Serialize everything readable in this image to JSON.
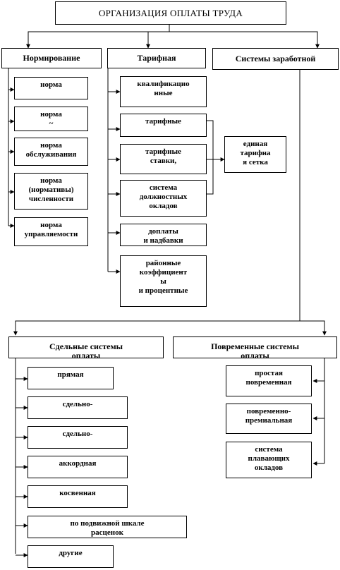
{
  "title": "ОРГАНИЗАЦИЯ  ОПЛАТЫ ТРУДА",
  "level1": {
    "norm": "Нормирование",
    "tariff": "Тарифная",
    "pay": "Системы заработной"
  },
  "norm_items": [
    "норма",
    "норма\n~",
    "норма\nобслуживания",
    "норма\n(нормативы)\nчисленности",
    "норма\nуправляемости"
  ],
  "tariff_items": [
    "квалификацио\nнные",
    "тарифные",
    "тарифные\nставки,",
    "система\nдолжностных\nокладов",
    "доплаты\nи надбавки",
    "районные\nкоэффициент\nы\nи процентные"
  ],
  "unified": "единая\nтарифна\nя сетка",
  "level2": {
    "piece": "Сдельные системы\nоплаты",
    "time": "Повременные системы\nоплаты"
  },
  "piece_items": [
    "прямая",
    "сдельно-",
    "сдельно-",
    "аккордная",
    "косвенная",
    "по подвижной шкале\nрасценок",
    "другие"
  ],
  "time_items": [
    "простая\nповременная",
    "повременно-\nпремиальная",
    "система\nплавающих\nокладов"
  ]
}
